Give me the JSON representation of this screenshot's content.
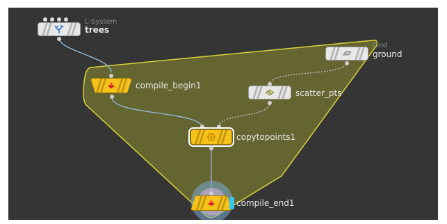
{
  "network": {
    "nodes": {
      "trees": {
        "type_label": "L-System",
        "name": "trees",
        "icon": "lsystem-tree-icon"
      },
      "compile_begin": {
        "name": "compile_begin1",
        "icon": "compile-block-icon"
      },
      "scatter": {
        "name": "scatter_pts",
        "icon": "scatter-points-icon"
      },
      "ground": {
        "type_label": "Grid",
        "name": "ground",
        "icon": "grid-plane-icon"
      },
      "copy": {
        "name": "copytopoints1",
        "icon": "copy-to-points-icon"
      },
      "compile_end": {
        "name": "compile_end1",
        "icon": "compile-block-icon"
      }
    },
    "colors": {
      "background": "#353535",
      "block_fill": "#6b6b2a",
      "block_border": "#d8d43a",
      "node_yellow": "#f6c21a",
      "node_grey": "#e8e8e8",
      "wire": "#8fb7d6",
      "label": "#e6e6e6"
    }
  }
}
